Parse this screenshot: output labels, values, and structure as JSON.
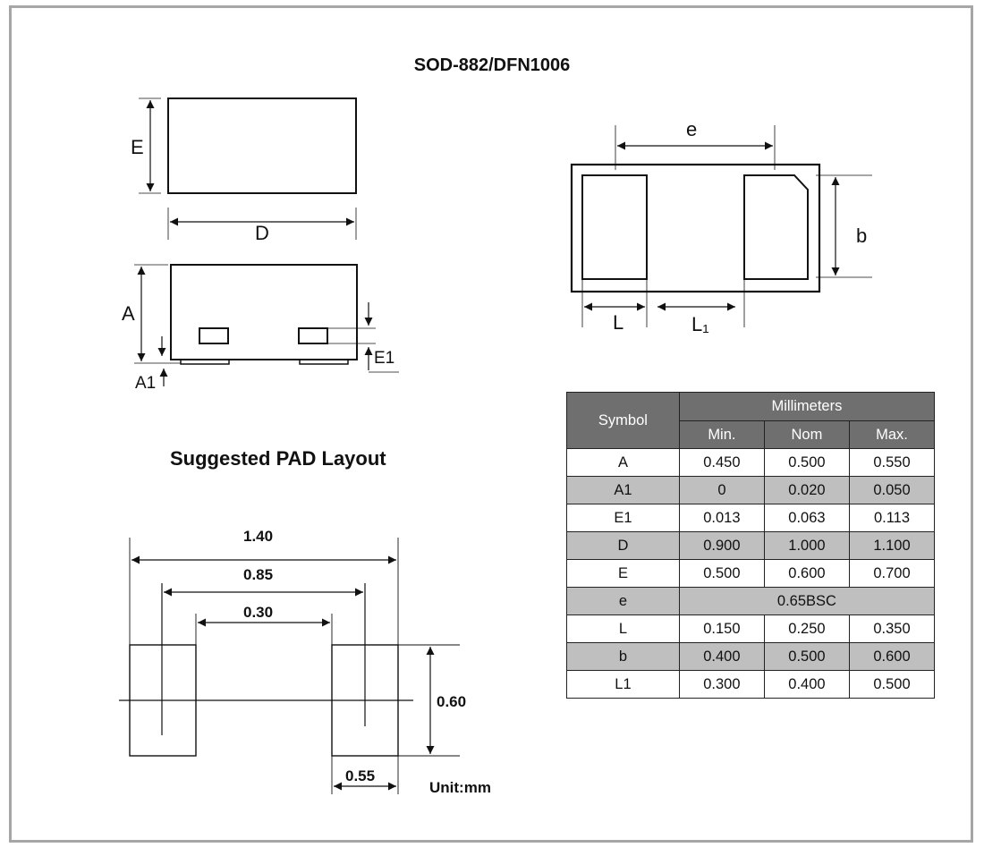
{
  "title": "SOD-882/DFN1006",
  "pad_title": "Suggested PAD Layout",
  "labels": {
    "E": "E",
    "D": "D",
    "A": "A",
    "A1": "A1",
    "E1": "E1",
    "e": "e",
    "b": "b",
    "L": "L",
    "L1": "L₁"
  },
  "pad_layout": {
    "dim_1_40": "1.40",
    "dim_0_85": "0.85",
    "dim_0_30": "0.30",
    "dim_0_60": "0.60",
    "dim_0_55": "0.55",
    "unit": "Unit:mm"
  },
  "table": {
    "symbol_header": "Symbol",
    "group_header": "Millimeters",
    "col_min": "Min.",
    "col_nom": "Nom",
    "col_max": "Max.",
    "rows": [
      {
        "symbol": "A",
        "min": "0.450",
        "nom": "0.500",
        "max": "0.550"
      },
      {
        "symbol": "A1",
        "min": "0",
        "nom": "0.020",
        "max": "0.050"
      },
      {
        "symbol": "E1",
        "min": "0.013",
        "nom": "0.063",
        "max": "0.113"
      },
      {
        "symbol": "D",
        "min": "0.900",
        "nom": "1.000",
        "max": "1.100"
      },
      {
        "symbol": "E",
        "min": "0.500",
        "nom": "0.600",
        "max": "0.700"
      },
      {
        "symbol": "e",
        "merged": "0.65BSC"
      },
      {
        "symbol": "L",
        "min": "0.150",
        "nom": "0.250",
        "max": "0.350"
      },
      {
        "symbol": "b",
        "min": "0.400",
        "nom": "0.500",
        "max": "0.600"
      },
      {
        "symbol": "L1",
        "min": "0.300",
        "nom": "0.400",
        "max": "0.500"
      }
    ]
  }
}
